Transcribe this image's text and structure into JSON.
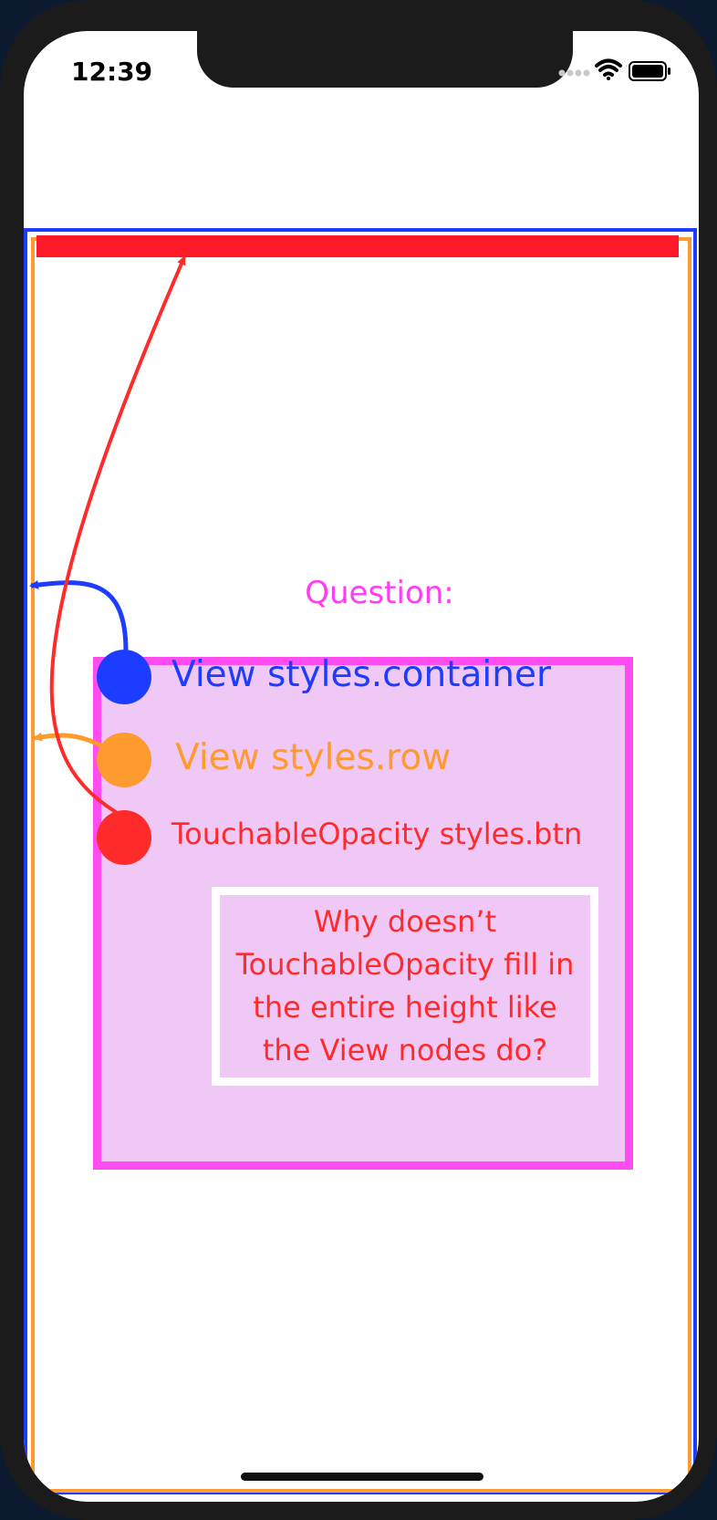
{
  "status_bar": {
    "time": "12:39",
    "icons": [
      "signal-dots-icon",
      "wifi-icon",
      "battery-icon"
    ]
  },
  "annotation": {
    "question_label": "Question:",
    "legend": [
      {
        "text": "View styles.container",
        "color": "#1c3cff"
      },
      {
        "text": "View styles.row",
        "color": "#ff9a2e"
      },
      {
        "text": "TouchableOpacity styles.btn",
        "color": "#ff2a2a"
      }
    ],
    "question_text": "Why doesn’t TouchableOpacity fill in the entire height like the View nodes do?"
  },
  "colors": {
    "container_border": "#1c3cff",
    "row_border": "#ff9a2e",
    "button_fill": "#ff1a2a",
    "legend_border": "#ff4cf0",
    "legend_fill": "#efc8f6",
    "phone_frame": "#1b1b1b"
  }
}
